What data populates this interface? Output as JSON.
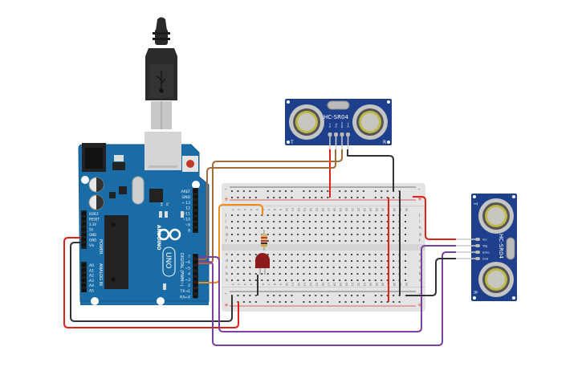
{
  "arduino": {
    "brand": "ARDUINO",
    "model": "UNO",
    "power_header_labels": [
      "IOREF",
      "RESET",
      "3.3V",
      "5V",
      "GND",
      "GND",
      "Vin"
    ],
    "power_section_label": "POWER",
    "analog_header_labels": [
      "A0",
      "A1",
      "A2",
      "A3",
      "A4",
      "A5"
    ],
    "analog_section_label": "ANALOG IN",
    "digital_header_top_labels": [
      "AREF",
      "GND",
      "13",
      "12",
      "~11",
      "~10",
      "~9",
      "8"
    ],
    "digital_header_bottom_labels": [
      "7",
      "~6",
      "~5",
      "4",
      "~3",
      "2",
      "TX→1",
      "RX←0"
    ],
    "digital_section_label": "DIGITAL (PWM~)",
    "led_labels": [
      "RX",
      "TX",
      "L"
    ],
    "on_label": "ON"
  },
  "sensor_top": {
    "model": "HC-SR04",
    "transmitter_label": "T",
    "receiver_label": "R",
    "pins": [
      "Vcc",
      "Trig",
      "Echo",
      "Gnd"
    ]
  },
  "sensor_right": {
    "model": "HC-SR04",
    "transmitter_label": "T",
    "receiver_label": "R",
    "pins": [
      "Vcc",
      "Trig",
      "Echo",
      "Gnd"
    ]
  },
  "breadboard": {
    "columns": 30,
    "rows_top": [
      "j",
      "i",
      "h",
      "g",
      "f"
    ],
    "rows_bottom": [
      "e",
      "d",
      "c",
      "b",
      "a"
    ],
    "rail_minus": "-",
    "rail_plus": "+"
  },
  "wire_colors": {
    "red": "#e0201b",
    "black": "#333333",
    "brown": "#a56b3a",
    "orange": "#f08a12",
    "purple": "#7b3fa0"
  },
  "components": {
    "resistor": "resistor",
    "led": "LED (red)"
  }
}
